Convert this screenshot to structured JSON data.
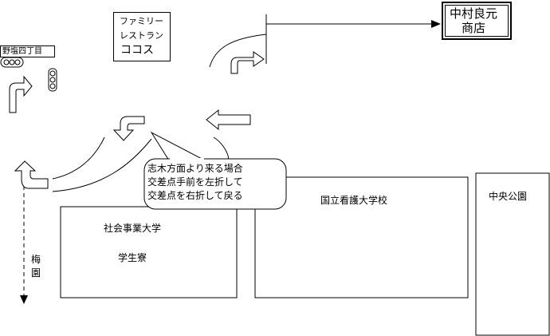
{
  "landmarks": {
    "family_restaurant": {
      "line1": "ファミリー",
      "line2": "レストラン",
      "line3": "ココス"
    },
    "nakamura_store": {
      "line1": "中村良元",
      "line2": "商店"
    },
    "intersection_sign": "野塩四丁目"
  },
  "buildings": {
    "welfare_university": "社会事業大学",
    "dormitory": "学生寮",
    "nursing_college": "国立看護大学校",
    "central_park": "中央公園"
  },
  "directions": {
    "umezono": {
      "char1": "梅",
      "char2": "園"
    }
  },
  "callout": {
    "line1": "志木方面より来る場合",
    "line2": "交差点手前を左折して",
    "line3": "交差点を右折して戻る"
  }
}
